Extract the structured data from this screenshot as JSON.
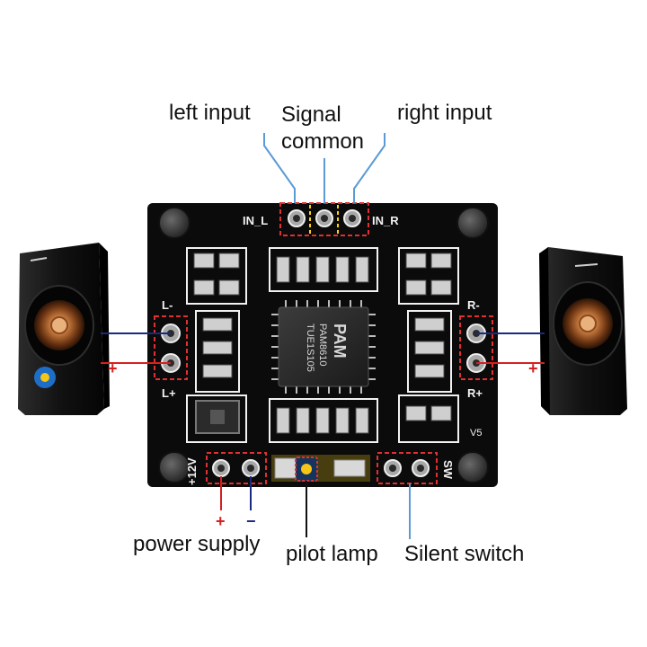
{
  "labels": {
    "left_input": "left input",
    "signal_common_line1": "Signal",
    "signal_common_line2": "common",
    "right_input": "right input",
    "power_supply": "power supply",
    "pilot_lamp": "pilot lamp",
    "silent_switch": "Silent switch"
  },
  "board": {
    "in_l": "IN_L",
    "in_r": "IN_R",
    "l_minus": "L-",
    "l_plus": "L+",
    "r_minus": "R-",
    "r_plus": "R+",
    "plus_12v": "+12V",
    "sw": "SW",
    "v5": "V5",
    "chip_brand": "PAM",
    "chip_model": "PAM8610",
    "chip_code": "TUE1S105"
  },
  "signs": {
    "left_plus": "+",
    "right_plus": "+",
    "power_plus": "+",
    "power_minus": "−"
  },
  "colors": {
    "board": "#0b0b0b",
    "silkscreen": "#f2f2f2",
    "callout_line": "#5b9bd5",
    "positive_wire": "#d62020",
    "negative_wire": "#1a2a80",
    "highlight_red": "#e03030",
    "highlight_yellow": "#ffd21a",
    "speaker_cone": "#c77a3e"
  }
}
